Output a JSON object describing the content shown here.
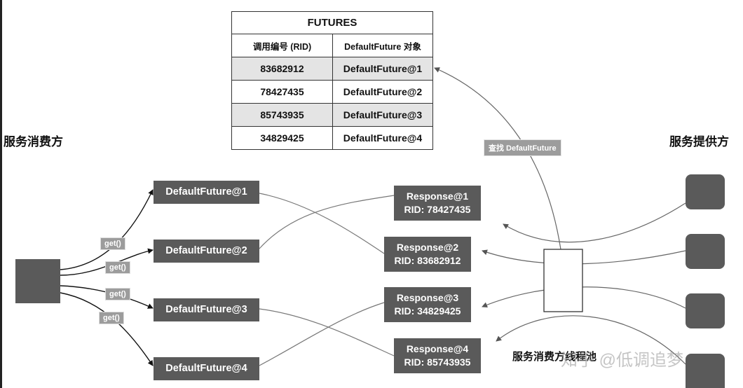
{
  "futures_table": {
    "caption": "FUTURES",
    "headers": [
      "调用编号 (RID)",
      "DefaultFuture 对象"
    ],
    "rows": [
      {
        "rid": "83682912",
        "obj": "DefaultFuture@1"
      },
      {
        "rid": "78427435",
        "obj": "DefaultFuture@2"
      },
      {
        "rid": "85743935",
        "obj": "DefaultFuture@3"
      },
      {
        "rid": "34829425",
        "obj": "DefaultFuture@4"
      }
    ]
  },
  "consumer_label": "服务消费方",
  "provider_label": "服务提供方",
  "futures": [
    "DefaultFuture@1",
    "DefaultFuture@2",
    "DefaultFuture@3",
    "DefaultFuture@4"
  ],
  "get_label": "get()",
  "responses": [
    {
      "name": "Response@1",
      "rid": "RID: 78427435"
    },
    {
      "name": "Response@2",
      "rid": "RID: 83682912"
    },
    {
      "name": "Response@3",
      "rid": "RID: 34829425"
    },
    {
      "name": "Response@4",
      "rid": "RID: 85743935"
    }
  ],
  "lookup_label": "查找 DefaultFuture",
  "pool_label": "服务消费方线程池",
  "watermark": "知乎 @低调追梦",
  "colors": {
    "box": "#5a5a5a",
    "label": "#9c9c9c",
    "line": "#666666"
  }
}
